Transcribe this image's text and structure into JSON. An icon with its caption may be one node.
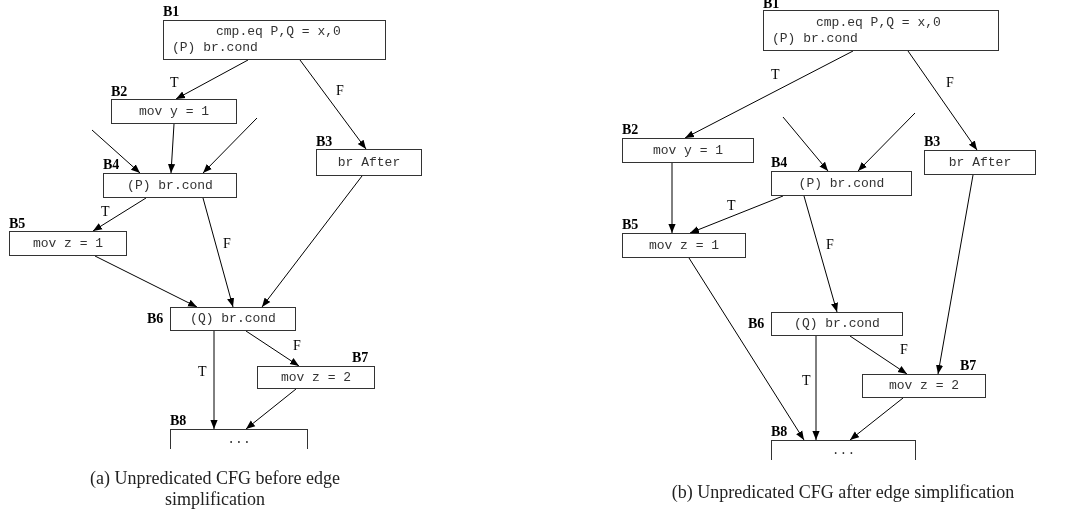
{
  "diagram": {
    "nodes": [
      {
        "text": [
          "cmp.eq P,Q = x,0",
          "(P) br.cond"
        ],
        "beside": [
          "B1"
        ]
      },
      {
        "text": [
          "mov y = 1"
        ],
        "beside": [
          "B2"
        ]
      },
      {
        "text": [
          "br After"
        ],
        "beside": [
          "B3"
        ]
      },
      {
        "text": [
          "(P) br.cond"
        ],
        "beside": [
          "B4"
        ]
      },
      {
        "text": [
          "mov z = 1"
        ],
        "beside": [
          "B5"
        ]
      },
      {
        "text": [
          "(Q) br.cond"
        ],
        "beside": [
          "B6"
        ]
      },
      {
        "text": [
          "mov z = 2"
        ],
        "beside": [
          "B7"
        ]
      },
      {
        "text": [
          "..."
        ],
        "beside": [
          "B8"
        ]
      },
      {
        "text": [
          "cmp.eq P,Q = x,0",
          "(P) br.cond"
        ],
        "beside": [
          "B1"
        ]
      },
      {
        "text": [
          "mov y = 1"
        ],
        "beside": [
          "B2"
        ]
      },
      {
        "text": [
          "br After"
        ],
        "beside": [
          "B3"
        ]
      },
      {
        "text": [
          "(P) br.cond"
        ],
        "beside": [
          "B4"
        ]
      },
      {
        "text": [
          "mov z = 1"
        ],
        "beside": [
          "B5"
        ]
      },
      {
        "text": [
          "(Q) br.cond"
        ],
        "beside": [
          "B6"
        ]
      },
      {
        "text": [
          "mov z = 2"
        ],
        "beside": [
          "B7"
        ]
      },
      {
        "text": [
          "..."
        ],
        "beside": [
          "B8"
        ]
      }
    ],
    "edges": [
      {
        "from": 0,
        "to": 1,
        "arrow": "to",
        "label": "T"
      },
      {
        "from": 0,
        "to": 2,
        "arrow": "to",
        "label": "F"
      },
      {
        "from": null,
        "to": 3,
        "arrow": "to"
      },
      {
        "from": null,
        "to": 3,
        "arrow": "to"
      },
      {
        "from": 1,
        "to": 3,
        "arrow": "to"
      },
      {
        "from": 3,
        "to": 4,
        "arrow": "to",
        "label": "T"
      },
      {
        "from": 3,
        "to": 5,
        "arrow": "to",
        "label": "F"
      },
      {
        "from": 4,
        "to": 5,
        "arrow": "to"
      },
      {
        "from": 2,
        "to": 5,
        "arrow": "to"
      },
      {
        "from": 5,
        "to": 7,
        "arrow": "to",
        "label": "T"
      },
      {
        "from": 5,
        "to": 6,
        "arrow": "to",
        "label": "F"
      },
      {
        "from": 6,
        "to": 7,
        "arrow": "to"
      },
      {
        "from": 8,
        "to": 9,
        "arrow": "to",
        "label": "T"
      },
      {
        "from": 8,
        "to": 10,
        "arrow": "to",
        "label": "F"
      },
      {
        "from": null,
        "to": 11,
        "arrow": "to"
      },
      {
        "from": null,
        "to": 11,
        "arrow": "to"
      },
      {
        "from": 9,
        "to": 12,
        "arrow": "to"
      },
      {
        "from": 11,
        "to": 12,
        "arrow": "to",
        "label": "T"
      },
      {
        "from": 11,
        "to": 13,
        "arrow": "to",
        "label": "F"
      },
      {
        "from": 12,
        "to": 15,
        "arrow": "to"
      },
      {
        "from": 10,
        "to": 14,
        "arrow": "to"
      },
      {
        "from": 13,
        "to": 15,
        "arrow": "to",
        "label": "T"
      },
      {
        "from": 13,
        "to": 14,
        "arrow": "to",
        "label": "F"
      },
      {
        "from": 14,
        "to": 15,
        "arrow": "to"
      }
    ],
    "labels": [
      "(a) Unpredicated CFG before edge simplification",
      "(b) Unpredicated CFG after edge simplification"
    ]
  }
}
